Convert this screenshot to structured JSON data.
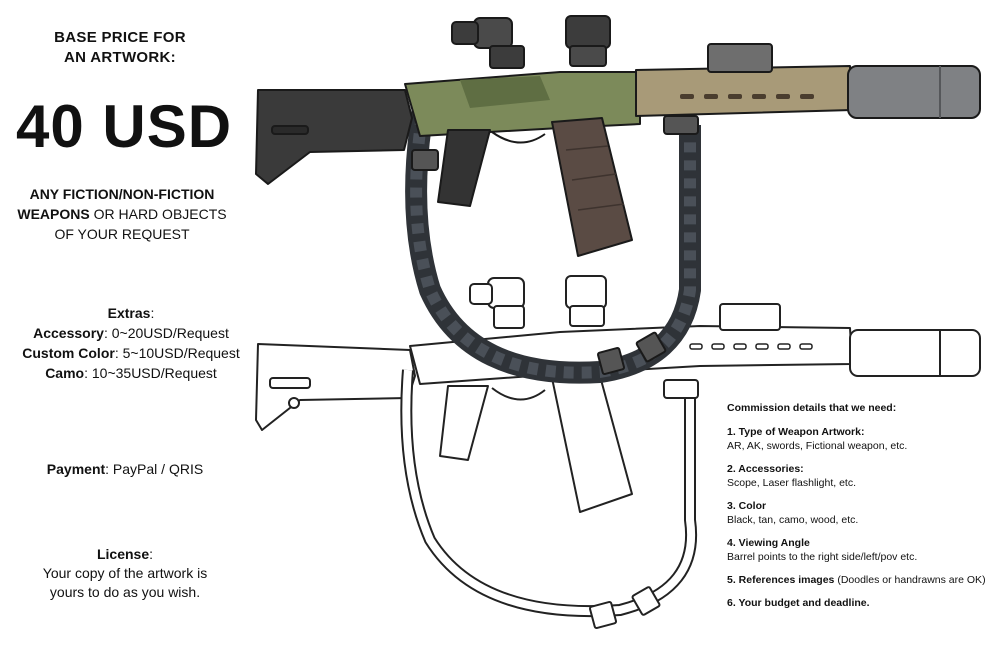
{
  "header": {
    "base_line1": "BASE PRICE FOR",
    "base_line2": "AN ARTWORK:",
    "price": "40 USD"
  },
  "scope": {
    "line1_bold": "ANY FICTION/NON-FICTION",
    "line2_bold": "WEAPONS",
    "line2_rest": " OR HARD OBJECTS",
    "line3": "OF YOUR REQUEST"
  },
  "extras": {
    "title": "Extras",
    "colon": ":",
    "items": [
      {
        "label": "Accessory",
        "value": ": 0~20USD/Request"
      },
      {
        "label": "Custom Color",
        "value": ": 5~10USD/Request"
      },
      {
        "label": "Camo",
        "value": ": 10~35USD/Request"
      }
    ]
  },
  "payment": {
    "label": "Payment",
    "value": ": PayPal / QRIS"
  },
  "license": {
    "label": "License",
    "colon": ":",
    "line1": "Your copy of the artwork is",
    "line2": "yours to do as you wish."
  },
  "details": {
    "heading": "Commission details that we need:",
    "items": [
      {
        "title": "1. Type of Weapon Artwork:",
        "desc": "AR, AK, swords, Fictional weapon, etc."
      },
      {
        "title": "2. Accessories:",
        "desc": "Scope, Laser flashlight, etc."
      },
      {
        "title": "3. Color",
        "desc": "Black, tan, camo, wood, etc."
      },
      {
        "title": "4. Viewing Angle",
        "desc": "Barrel points to the right side/left/pov etc."
      },
      {
        "title": "5. References images",
        "desc": " (Doodles or handrawns are OK)"
      },
      {
        "title": "6. Your budget and deadline.",
        "desc": ""
      }
    ]
  },
  "illustration": {
    "subject": "rifle",
    "colors": {
      "camo_green": "#7c8a5a",
      "camo_tan": "#a89a78",
      "dark_metal": "#3c3c3c",
      "magazine": "#5a4b44",
      "sling_dark": "#2f3338",
      "suppressor": "#7f8184",
      "outline": "#222222"
    }
  }
}
